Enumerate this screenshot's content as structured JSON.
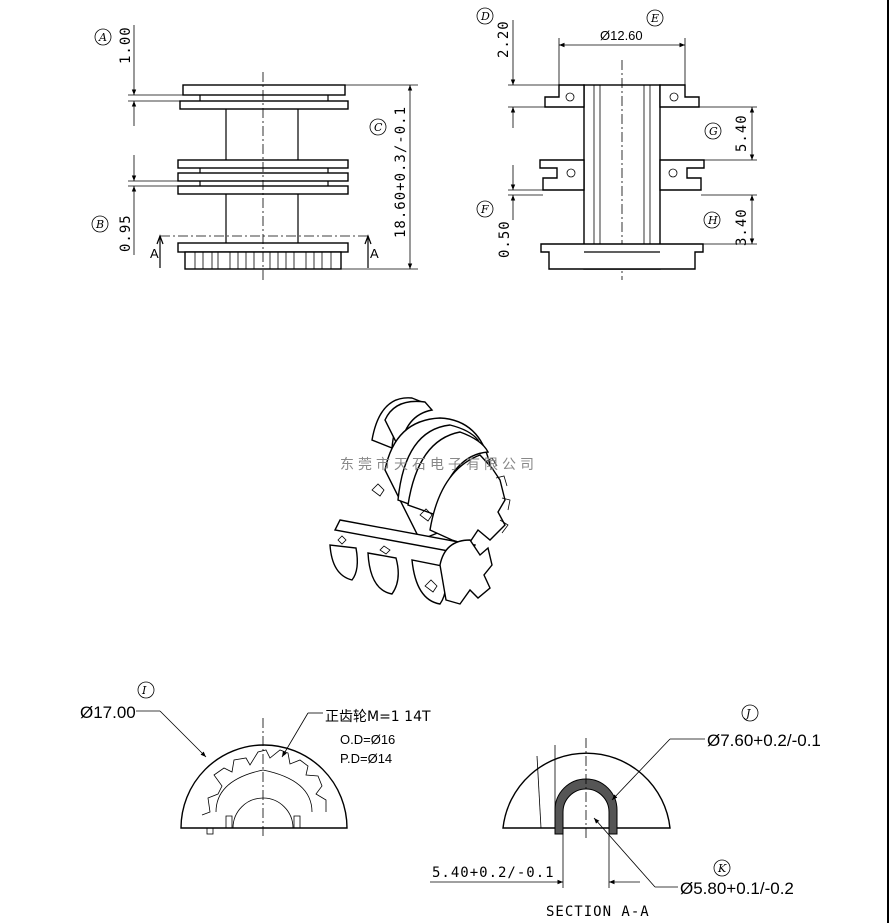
{
  "labels": {
    "a": "A",
    "b": "B",
    "c": "C",
    "d": "D",
    "e": "E",
    "f": "F",
    "g": "G",
    "h": "H",
    "i": "I",
    "j": "J",
    "k": "K"
  },
  "front_view": {
    "dim_a": "1.00",
    "dim_b": "0.95",
    "dim_c": "18.60+0.3/-0.1",
    "section_mark": "A"
  },
  "side_view": {
    "dim_d": "2.20",
    "dim_e": "Ø12.60",
    "dim_f": "0.50",
    "dim_g": "5.40",
    "dim_h": "3.40"
  },
  "watermark": "东莞市天石电子有限公司",
  "gear_view": {
    "outer_dia": "Ø17.00",
    "gear_spec": "正齿轮M=1 14T",
    "od": "O.D=Ø16",
    "pd": "P.D=Ø14"
  },
  "section_view": {
    "dim_j": "Ø7.60+0.2/-0.1",
    "dim_width": "5.40+0.2/-0.1",
    "dim_k": "Ø5.80+0.1/-0.2",
    "title": "SECTION A-A"
  }
}
